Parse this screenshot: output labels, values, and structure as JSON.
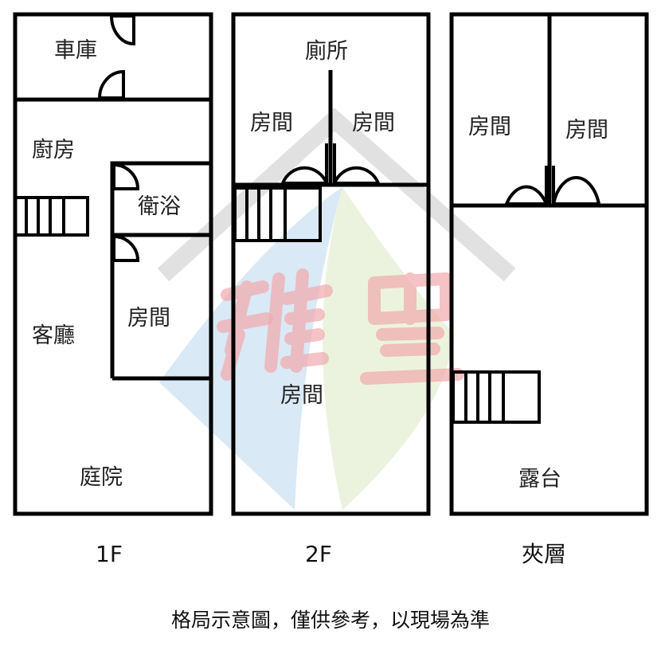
{
  "watermark": {
    "logo_text": "雅豐",
    "colors": {
      "house": "#d9d9d9",
      "leaf_blue": "#cfe3f3",
      "leaf_green": "#e6f0d6",
      "text": "#f1a8ad"
    }
  },
  "floor_1f": {
    "label": "1F",
    "rooms": {
      "garage": "車庫",
      "kitchen": "廚房",
      "bathroom": "衛浴",
      "living": "客廳",
      "bedroom": "房間",
      "courtyard": "庭院"
    }
  },
  "floor_2f": {
    "label": "2F",
    "rooms": {
      "toilet": "廁所",
      "bedroom_left": "房間",
      "bedroom_right": "房間",
      "bedroom_main": "房間"
    }
  },
  "floor_mezz": {
    "label": "夾層",
    "rooms": {
      "bedroom_left": "房間",
      "bedroom_right": "房間",
      "terrace": "露台"
    }
  },
  "footer": {
    "note": "格局示意圖，僅供參考，以現場為準"
  }
}
